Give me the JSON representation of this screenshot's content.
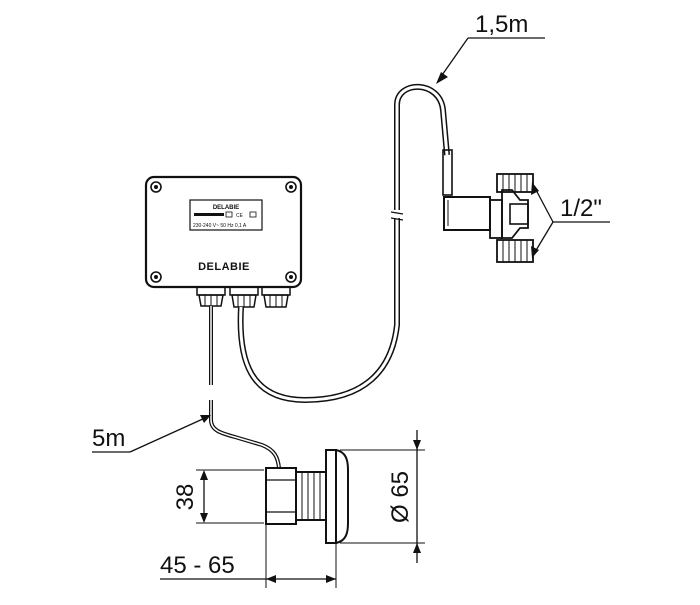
{
  "labels": {
    "cable_long": "1,5m",
    "thread_size": "1/2\"",
    "cable_short": "5m",
    "height_dim": "38",
    "diameter_dim": "Ø 65",
    "depth_dim": "45 - 65"
  },
  "control_box": {
    "brand": "DELABIE",
    "plate_brand": "DELABIE",
    "plate_line_1": "CE",
    "plate_line_2": "230-240 V~   50 Hz    0,1 A"
  },
  "colors": {
    "line": "#111111",
    "gland_fill": "#dcdcdc",
    "background": "#ffffff"
  }
}
